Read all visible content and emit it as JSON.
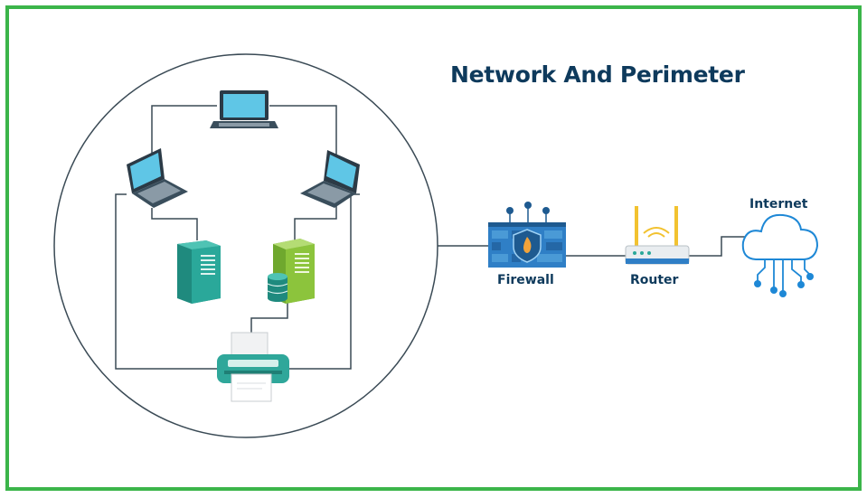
{
  "title": "Network And Perimeter",
  "labels": {
    "firewall": "Firewall",
    "router": "Router",
    "internet": "Internet"
  },
  "colors": {
    "frame": "#3bb54a",
    "title_text": "#0e3a5c",
    "line": "#3a4a55",
    "laptop_screen": "#5fc6e6",
    "server_teal": "#2aa89a",
    "server_green": "#8cc43c",
    "firewall_blue": "#2f7fc6",
    "router_yellow": "#f2c230",
    "cloud_blue": "#1e88d6"
  },
  "icons": [
    "laptop-icon",
    "server-icon",
    "database-icon",
    "printer-icon",
    "firewall-icon",
    "router-icon",
    "cloud-icon"
  ]
}
